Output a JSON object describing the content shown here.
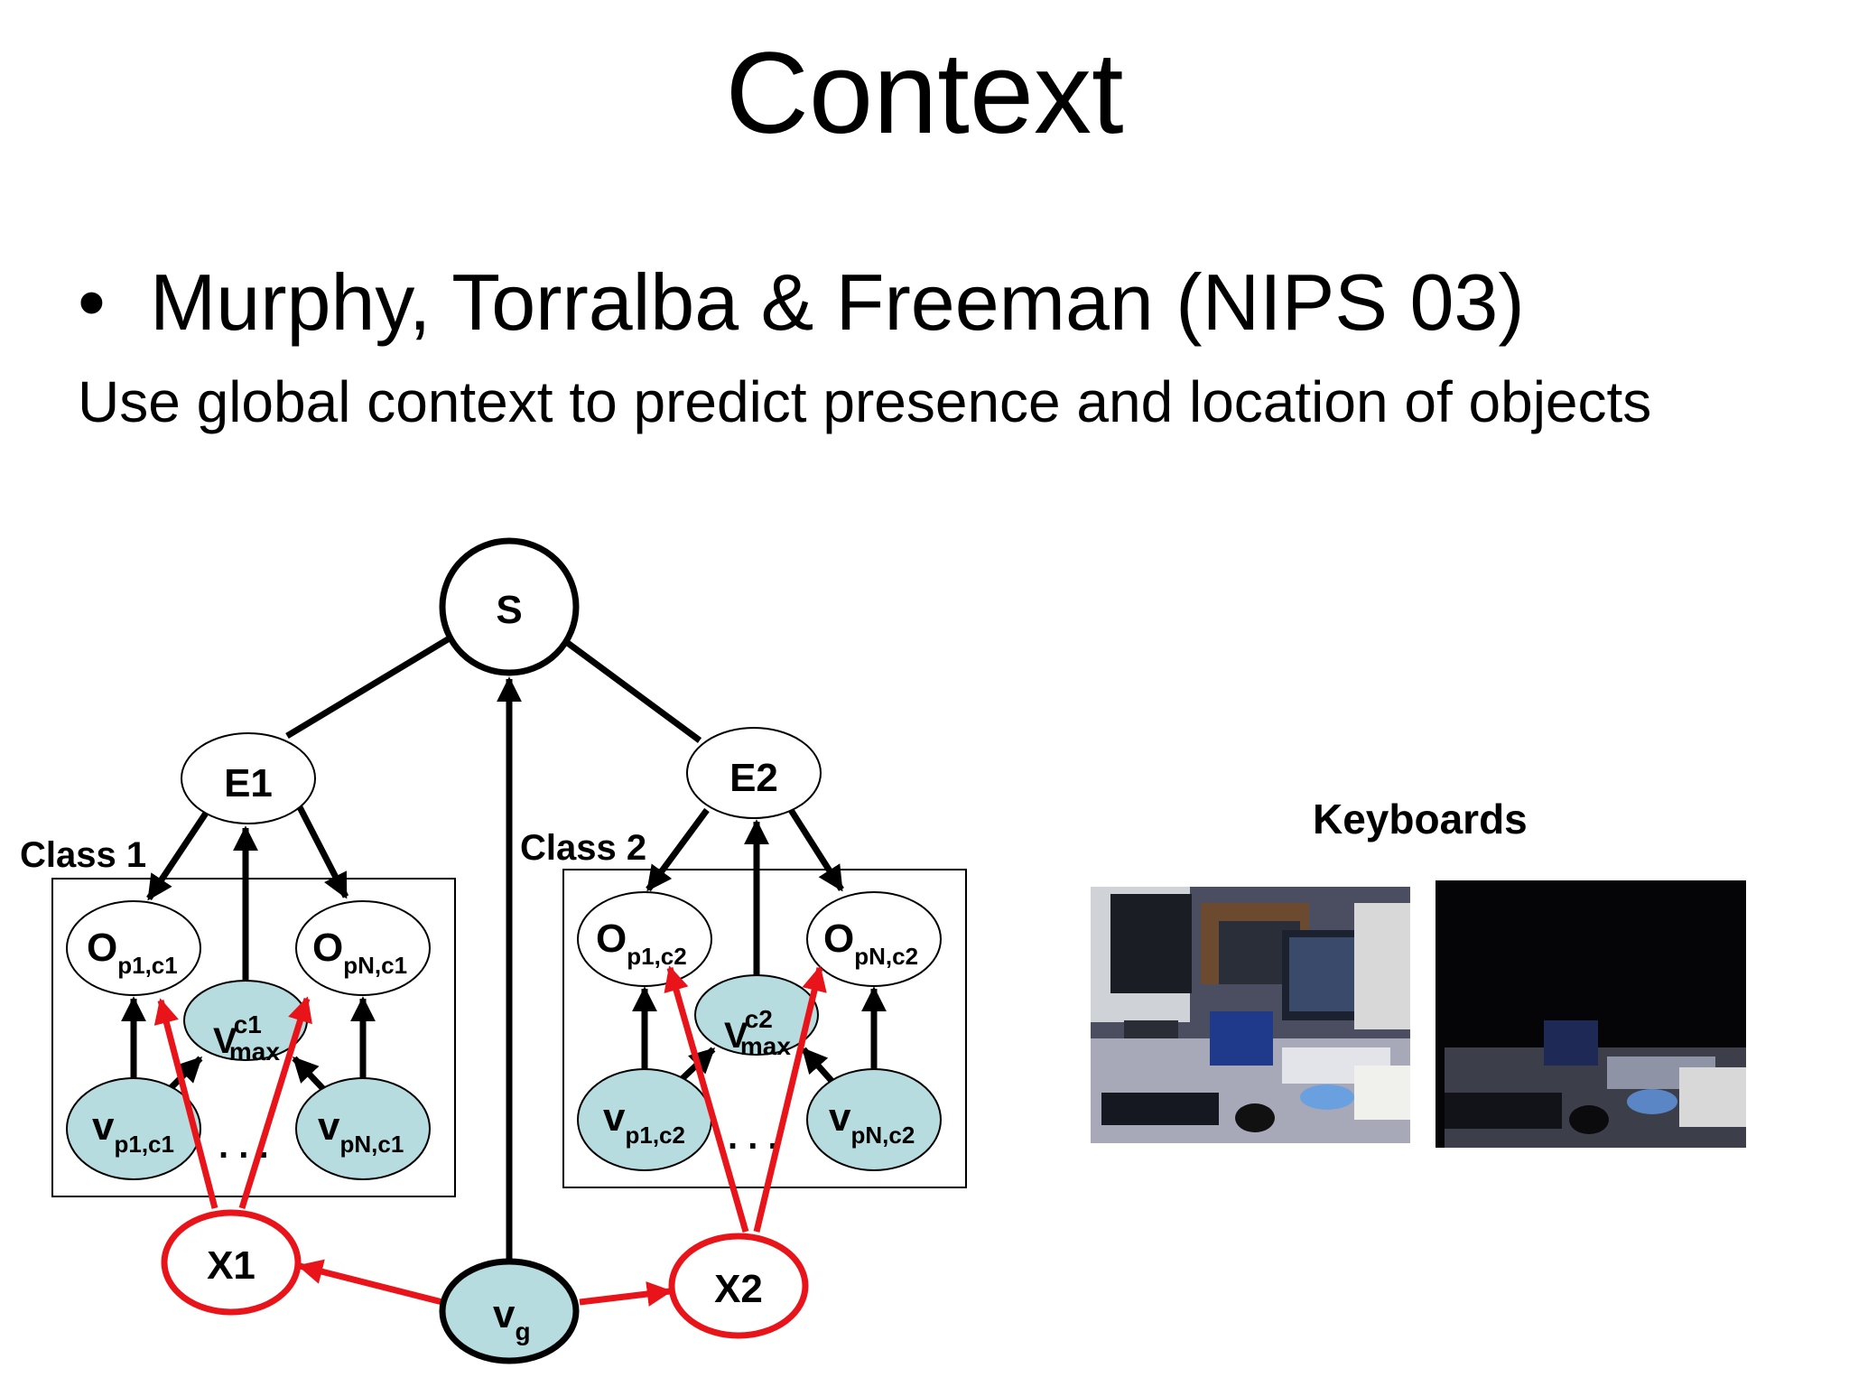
{
  "slide": {
    "title": "Context",
    "bullet": "•",
    "heading": "Murphy, Torralba & Freeman (NIPS 03)",
    "subtitle": "Use global context to predict presence and location of objects"
  },
  "diagram": {
    "S": "S",
    "E1": "E1",
    "E2": "E2",
    "class1": "Class 1",
    "class2": "Class 2",
    "O_base": "O",
    "O_p1_c1_sub": "p1,c1",
    "O_pN_c1_sub": "pN,c1",
    "O_p1_c2_sub": "p1,c2",
    "O_pN_c2_sub": "pN,c2",
    "v_base": "v",
    "v_p1_c1_sub": "p1,c1",
    "v_pN_c1_sub": "pN,c1",
    "v_p1_c2_sub": "p1,c2",
    "v_pN_c2_sub": "pN,c2",
    "V_base": "V",
    "vmax_c1_sup": "c1",
    "vmax_c2_sup": "c2",
    "vmax_sub": "max",
    "ellipsis": ". . .",
    "X1": "X1",
    "X2": "X2",
    "vg_base": "v",
    "vg_sub": "g",
    "colors": {
      "context_red": "#e8141a",
      "feature_fill": "#b6dcdf",
      "black": "#000000"
    }
  },
  "images": {
    "label": "Keyboards",
    "left_image": "office desk scene with monitors and keyboards",
    "right_image": "same scene masked to highlight likely keyboard region"
  }
}
